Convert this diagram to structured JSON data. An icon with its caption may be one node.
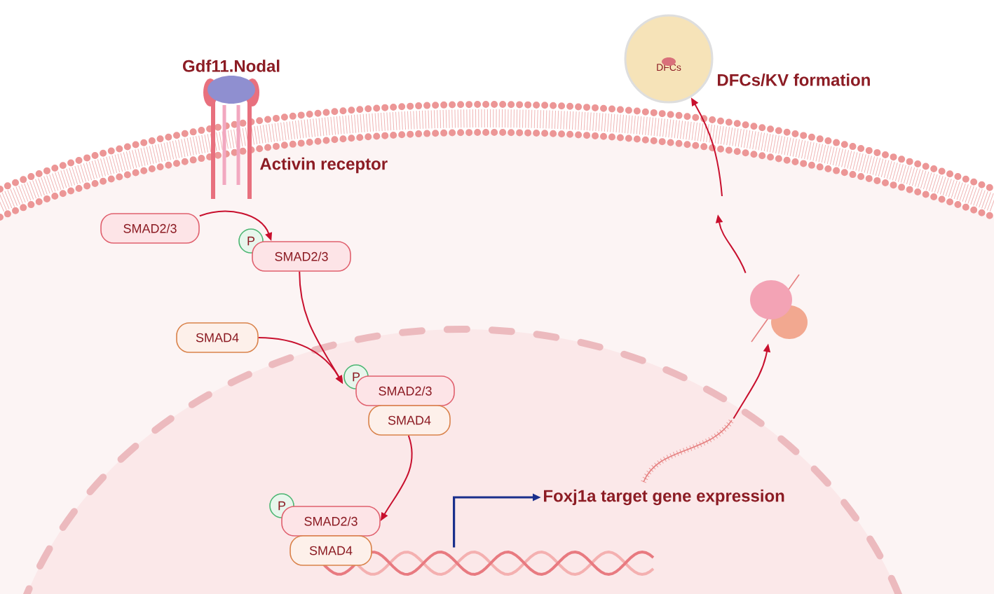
{
  "diagram": {
    "nodes": [
      {
        "text": [],
        "shape": "picture",
        "beside": [
          "Gdf11.Nodal",
          "Activin receptor"
        ]
      },
      {
        "text": [
          "SMAD2/3"
        ]
      },
      {
        "text": [
          "P"
        ]
      },
      {
        "text": [
          "SMAD2/3"
        ]
      },
      {
        "text": [
          "SMAD4"
        ]
      },
      {
        "text": [
          "P"
        ]
      },
      {
        "text": [
          "SMAD2/3"
        ]
      },
      {
        "text": [
          "SMAD4"
        ]
      },
      {
        "text": [
          "P"
        ]
      },
      {
        "text": [
          "SMAD2/3"
        ]
      },
      {
        "text": [
          "SMAD4"
        ]
      },
      {
        "text": [],
        "shape": "picture"
      },
      {
        "text": [
          "Foxj1a target gene expression"
        ]
      },
      {
        "text": [],
        "shape": "picture"
      },
      {
        "text": [],
        "shape": "picture"
      },
      {
        "text": [
          "DFCs"
        ],
        "beside": [
          "DFCs/KV formation"
        ]
      }
    ],
    "edges": [
      {
        "from": 1,
        "to": 3,
        "arrow": "to"
      },
      {
        "from": 3,
        "to": 6,
        "arrow": "to"
      },
      {
        "from": 4,
        "to": 6,
        "arrow": "to"
      },
      {
        "from": 7,
        "to": 9,
        "arrow": "to"
      },
      {
        "from": 11,
        "to": 12,
        "arrow": "to",
        "color": "#1a2f8c"
      },
      {
        "from": 13,
        "to": 14,
        "arrow": "to"
      },
      {
        "from": 14,
        "to": null,
        "arrow": "to"
      },
      {
        "from": null,
        "to": 15,
        "arrow": "to"
      }
    ]
  }
}
